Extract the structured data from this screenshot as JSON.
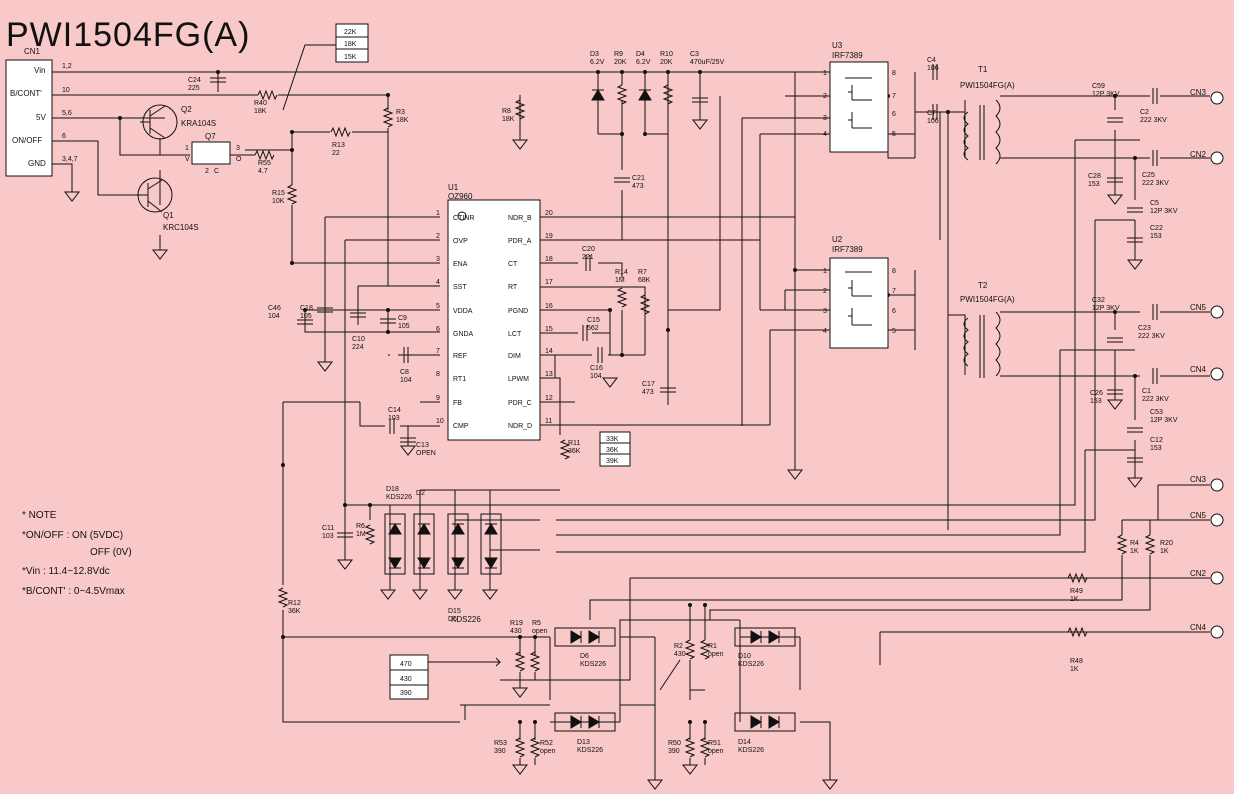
{
  "title": "PWI1504FG(A)",
  "connectors": {
    "cn1": {
      "name": "CN1",
      "pins": [
        {
          "label": "Vin",
          "num": "1,2"
        },
        {
          "label": "B/CONT'",
          "num": "10"
        },
        {
          "label": "5V",
          "num": "5,6"
        },
        {
          "label": "ON/OFF",
          "num": "6"
        },
        {
          "label": "GND",
          "num": "3,4,7"
        }
      ]
    },
    "cn3_top": "CN3",
    "cn2_top": "CN2",
    "cn5_top": "CN5",
    "cn4_top": "CN4",
    "cn3_bot": "CN3",
    "cn5_bot": "CN5",
    "cn2_bot": "CN2",
    "cn4_bot": "CN4"
  },
  "ic": {
    "ref": "U1",
    "part": "OZ960",
    "left_pins": [
      {
        "num": "1",
        "name": "CTINR"
      },
      {
        "num": "2",
        "name": "OVP"
      },
      {
        "num": "3",
        "name": "ENA"
      },
      {
        "num": "4",
        "name": "SST"
      },
      {
        "num": "5",
        "name": "VDDA"
      },
      {
        "num": "6",
        "name": "GNDA"
      },
      {
        "num": "7",
        "name": "REF"
      },
      {
        "num": "8",
        "name": "RT1"
      },
      {
        "num": "9",
        "name": "FB"
      },
      {
        "num": "10",
        "name": "CMP"
      }
    ],
    "right_pins": [
      {
        "num": "20",
        "name": "NDR_B"
      },
      {
        "num": "19",
        "name": "PDR_A"
      },
      {
        "num": "18",
        "name": "CT"
      },
      {
        "num": "17",
        "name": "RT"
      },
      {
        "num": "16",
        "name": "PGND"
      },
      {
        "num": "15",
        "name": "LCT"
      },
      {
        "num": "14",
        "name": "DIM"
      },
      {
        "num": "13",
        "name": "LPWM"
      },
      {
        "num": "12",
        "name": "PDR_C"
      },
      {
        "num": "11",
        "name": "NDR_D"
      }
    ]
  },
  "mosfets": [
    {
      "ref": "U3",
      "part": "IRF7389",
      "pins": [
        "1",
        "2",
        "3",
        "4",
        "8",
        "7",
        "6",
        "5"
      ]
    },
    {
      "ref": "U2",
      "part": "IRF7389",
      "pins": [
        "1",
        "2",
        "3",
        "4",
        "8",
        "7",
        "6",
        "5"
      ]
    }
  ],
  "transformers": [
    {
      "ref": "T1",
      "part": "PWI1504FG(A)"
    },
    {
      "ref": "T2",
      "part": "PWI1504FG(A)"
    }
  ],
  "transistors": [
    {
      "ref": "Q2",
      "part": "KRA104S"
    },
    {
      "ref": "Q1",
      "part": "KRC104S"
    },
    {
      "ref": "Q7",
      "pins": [
        "1",
        "V",
        "3",
        "O",
        "2",
        "C"
      ]
    }
  ],
  "components": [
    {
      "ref": "C24",
      "val": "225"
    },
    {
      "ref": "R40",
      "val": "18K"
    },
    {
      "ref": "R3",
      "val": "18K"
    },
    {
      "ref": "R13",
      "val": "22"
    },
    {
      "ref": "R55",
      "val": "4.7"
    },
    {
      "ref": "R15",
      "val": "10K"
    },
    {
      "ref": "R8",
      "val": "18K"
    },
    {
      "ref": "D3",
      "val": "6.2V"
    },
    {
      "ref": "R9",
      "val": "20K"
    },
    {
      "ref": "D4",
      "val": "6.2V"
    },
    {
      "ref": "R10",
      "val": "20K"
    },
    {
      "ref": "C3",
      "val": "470uF/25V"
    },
    {
      "ref": "C21",
      "val": "473"
    },
    {
      "ref": "C20",
      "val": "221"
    },
    {
      "ref": "R14",
      "val": "1M"
    },
    {
      "ref": "R7",
      "val": "68K"
    },
    {
      "ref": "C15",
      "val": "562"
    },
    {
      "ref": "C16",
      "val": "104"
    },
    {
      "ref": "C17",
      "val": "473"
    },
    {
      "ref": "C46",
      "val": "104"
    },
    {
      "ref": "C18",
      "val": "105"
    },
    {
      "ref": "C9",
      "val": "105"
    },
    {
      "ref": "C10",
      "val": "224"
    },
    {
      "ref": "C8",
      "val": "104"
    },
    {
      "ref": "C14",
      "val": "103"
    },
    {
      "ref": "C13",
      "val": "OPEN"
    },
    {
      "ref": "R11",
      "val": "36K"
    },
    {
      "ref": "C4",
      "val": "106"
    },
    {
      "ref": "C7",
      "val": "106"
    },
    {
      "ref": "C59",
      "val": "12P 3KV"
    },
    {
      "ref": "C2",
      "val": "222 3KV"
    },
    {
      "ref": "C28",
      "val": "153"
    },
    {
      "ref": "C25",
      "val": "222 3KV"
    },
    {
      "ref": "C5",
      "val": "12P 3KV"
    },
    {
      "ref": "C22",
      "val": "153"
    },
    {
      "ref": "C32",
      "val": "12P 3KV"
    },
    {
      "ref": "C23",
      "val": "222 3KV"
    },
    {
      "ref": "C26",
      "val": "153"
    },
    {
      "ref": "C1",
      "val": "222 3KV"
    },
    {
      "ref": "C53",
      "val": "12P 3KV"
    },
    {
      "ref": "C12",
      "val": "153"
    },
    {
      "ref": "C11",
      "val": "103"
    },
    {
      "ref": "R6",
      "val": "1M"
    },
    {
      "ref": "D18",
      "val": "KDS226"
    },
    {
      "ref": "D2",
      "val": ""
    },
    {
      "ref": "D15",
      "val": "D5"
    },
    {
      "ref": "R12",
      "val": "36K"
    },
    {
      "ref": "R19",
      "val": "430"
    },
    {
      "ref": "R5",
      "val": "open"
    },
    {
      "ref": "D6",
      "val": "KDS226"
    },
    {
      "ref": "R2",
      "val": "430"
    },
    {
      "ref": "R1",
      "val": "open"
    },
    {
      "ref": "D10",
      "val": "KDS226"
    },
    {
      "ref": "R53",
      "val": "390"
    },
    {
      "ref": "R52",
      "val": "open"
    },
    {
      "ref": "D13",
      "val": "KDS226"
    },
    {
      "ref": "R50",
      "val": "390"
    },
    {
      "ref": "R51",
      "val": "open"
    },
    {
      "ref": "D14",
      "val": "KDS226"
    },
    {
      "ref": "R4",
      "val": "1K"
    },
    {
      "ref": "R20",
      "val": "1K"
    },
    {
      "ref": "R49",
      "val": "1K"
    },
    {
      "ref": "R48",
      "val": "1K"
    }
  ],
  "d15_part": "KDS226",
  "value_boxes": {
    "r40": [
      "22K",
      "18K",
      "15K"
    ],
    "r11": [
      "33K",
      "36K",
      "39K"
    ],
    "r19": [
      "470",
      "430",
      "390"
    ]
  },
  "notes": {
    "heading": "* NOTE",
    "line1": "*ON/OFF : ON (5VDC)",
    "line2": "OFF (0V)",
    "line3": "*Vin : 11.4~12.8Vdc",
    "line4": "*B/CONT' : 0~4.5Vmax"
  }
}
